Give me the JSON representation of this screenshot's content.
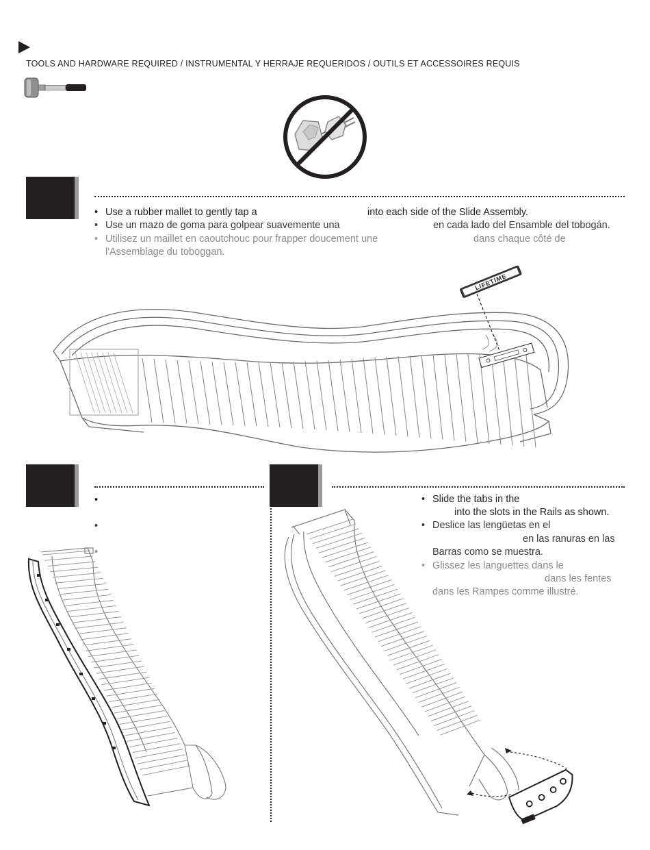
{
  "header": {
    "tools_title": "TOOLS AND HARDWARE REQUIRED / INSTRUMENTAL Y HERRAJE REQUERIDOS / OUTILS ET ACCESSOIRES REQUIS"
  },
  "icons": {
    "play": "play-triangle-icon",
    "mallet": "rubber-mallet-icon",
    "no_hardware": "no-bolt-nut-icon"
  },
  "step1": {
    "bullet": "•",
    "en": "Use a rubber mallet to gently tap a",
    "en_tail": "into each side of the Slide Assembly.",
    "es": "Use un mazo de goma para golpear suavemente una",
    "es_tail": "en cada lado del Ensamble del tobogán.",
    "fr": "Utilisez un maillet en caoutchouc pour frapper doucement une",
    "fr_tail": "dans chaque côté de",
    "fr_line2": "l'Assemblage du toboggan.",
    "decal_text": "LIFETIME"
  },
  "step2": {
    "bullet": "•"
  },
  "step3": {
    "bullet": "•",
    "en_1": "Slide the tabs in the",
    "en_2": "into the slots in the Rails as shown.",
    "es_1": "Deslice las lengüetas en el",
    "es_2": "en las ranuras en las",
    "es_3": "Barras como se muestra.",
    "fr_1": "Glissez les languettes dans le",
    "fr_2": "dans les fentes",
    "fr_3": "dans les Rampes comme illustré."
  },
  "colors": {
    "ink": "#231f20",
    "step_bar": "#9a9a9a",
    "french_text": "#8a8a8a",
    "no_symbol": "#231f20"
  }
}
